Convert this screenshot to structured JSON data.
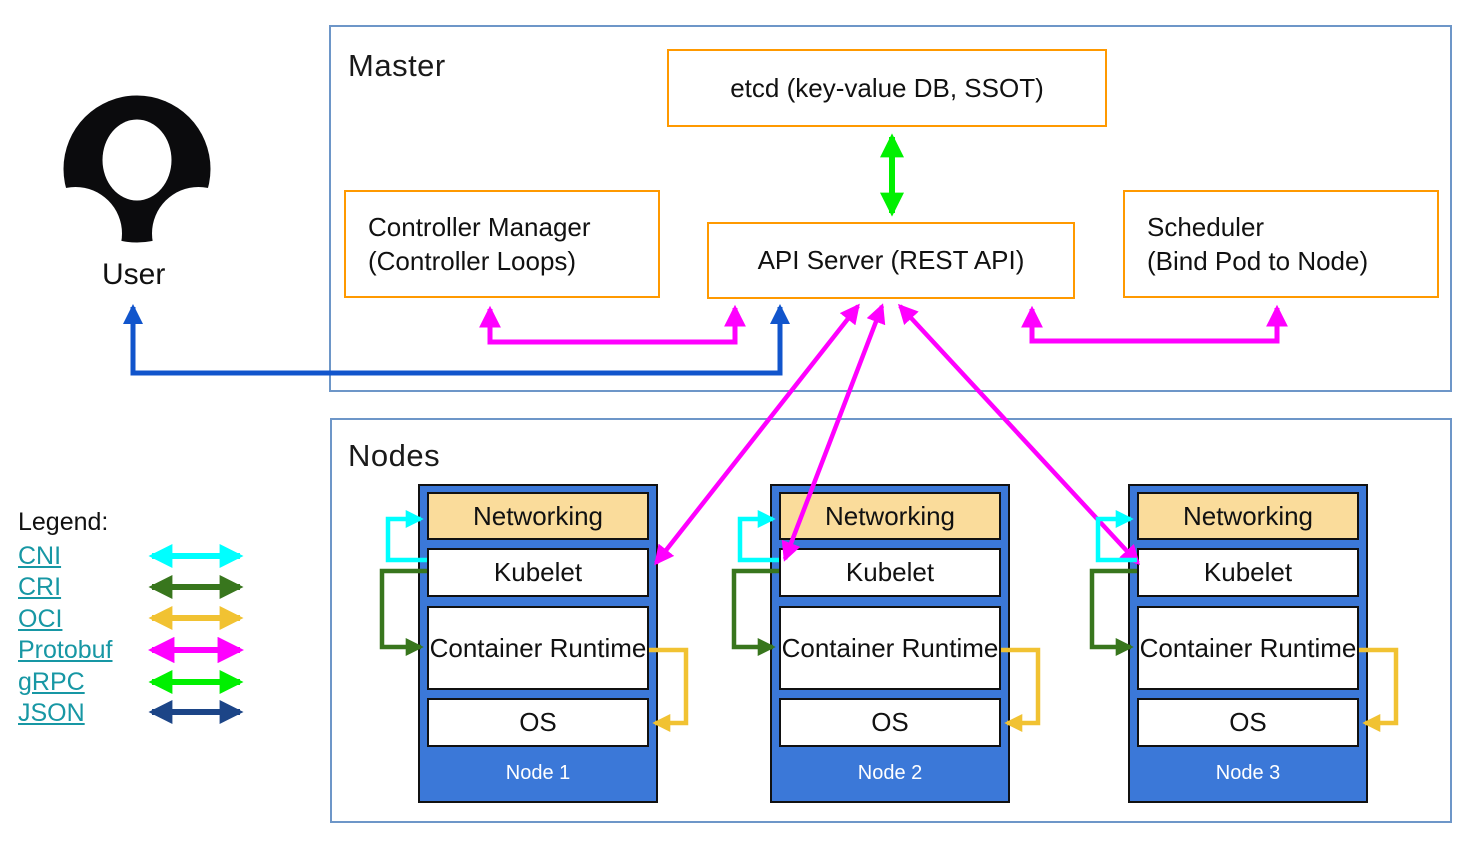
{
  "user": {
    "label": "User"
  },
  "master": {
    "title": "Master",
    "etcd": "etcd (key-value DB, SSOT)",
    "api_server": "API Server (REST API)",
    "controller_manager": {
      "line1": "Controller Manager",
      "line2": "(Controller Loops)"
    },
    "scheduler": {
      "line1": "Scheduler",
      "line2": "(Bind Pod to Node)"
    }
  },
  "nodes_section": {
    "title": "Nodes",
    "layers": {
      "networking": "Networking",
      "kubelet": "Kubelet",
      "container_runtime": "Container Runtime",
      "os": "OS"
    },
    "items": [
      {
        "label": "Node 1"
      },
      {
        "label": "Node 2"
      },
      {
        "label": "Node 3"
      }
    ]
  },
  "legend": {
    "title": "Legend:",
    "items": [
      {
        "label": "CNI",
        "color": "#00ffff"
      },
      {
        "label": "CRI",
        "color": "#38761d"
      },
      {
        "label": "OCI",
        "color": "#f1c232"
      },
      {
        "label": "Protobuf",
        "color": "#ff00ff"
      },
      {
        "label": "gRPC",
        "color": "#00f000"
      },
      {
        "label": "JSON",
        "color": "#1c4587"
      }
    ]
  },
  "colors": {
    "frame_border": "#6d96c8",
    "component_border": "#ff9900",
    "node_fill": "#3b78d8",
    "networking_fill": "#fadc9b",
    "user_api_arrow": "#1155cc",
    "protobuf_arrow": "#ff00ff",
    "grpc_arrow": "#00f000",
    "legend_link_text": "#1797a4",
    "node_label_text": "#ffffff"
  }
}
